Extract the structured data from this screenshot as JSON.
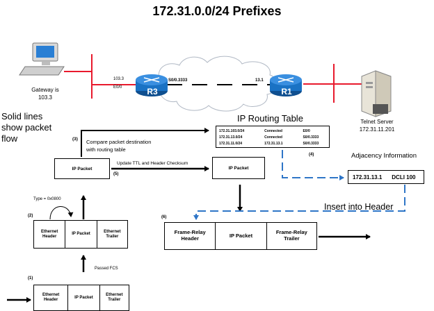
{
  "title": "172.31.0.0/24 Prefixes",
  "gateway_label": [
    "Gateway is",
    "103.3"
  ],
  "telnet_label": [
    "Telnet Server",
    "172.31.11.201"
  ],
  "router_r3": "R3",
  "router_r1": "R1",
  "r3_labels": {
    "ip": "103.3",
    "eth": "E0/0",
    "serial": "S0/0.3333"
  },
  "r1_labels": {
    "ip": "13.1"
  },
  "solid_lines_note": [
    "Solid lines",
    "show packet",
    "flow"
  ],
  "routing_table": {
    "title": "IP Routing Table",
    "rows": [
      [
        "172.31.103.0/24",
        "Connected",
        "E0/0"
      ],
      [
        "172.31.13.0/24",
        "Connected",
        "S0/0.3333"
      ],
      [
        "172.31.11.0/24",
        "172.31.13.1",
        "S0/0.3333"
      ]
    ]
  },
  "adjacency": {
    "title": "Adjacency Information",
    "ip": "172.31.13.1",
    "dlci": "DCLI 100"
  },
  "insert_header": "Insert into Header",
  "steps": {
    "s1": "(1)",
    "s2": "(2)",
    "s3": "(3)",
    "s4": "(4)",
    "s5": "(5)",
    "s6": "(6)",
    "compare": [
      "Compare packet destination",
      "with routing table"
    ],
    "update": "Update TTL and Header Checksum",
    "passed_fcs": "Passed FCS",
    "type": "Type = 0x0800"
  },
  "boxes": {
    "ip_packet": "IP Packet",
    "ethernet_header": [
      "Ethernet",
      "Header"
    ],
    "ethernet_trailer": [
      "Ethernet",
      "Trailer"
    ],
    "fr_header": [
      "Frame-Relay",
      "Header"
    ],
    "fr_trailer": [
      "Frame-Relay",
      "Trailer"
    ]
  },
  "colors": {
    "link_red": "#e8192c",
    "router_blue": "#1a72c4",
    "dash_blue": "#2e75c7",
    "arrow": "#000000"
  }
}
